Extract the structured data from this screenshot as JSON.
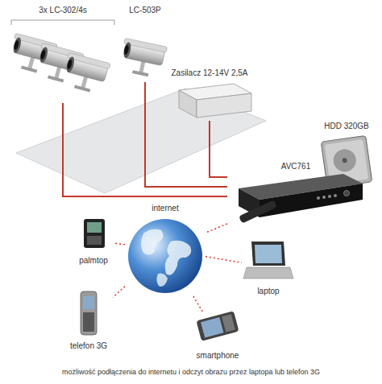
{
  "diagram": {
    "caption": "możliwość podłączenia do internetu i odczyt obrazu przez laptopa lub telefon 3G",
    "nodes": [
      {
        "text": [
          "3x LC-302/4s"
        ]
      },
      {
        "text": [
          "LC-503P"
        ]
      },
      {
        "text": [
          "Zasilacz 12-14V 2,5A"
        ]
      },
      {
        "text": [
          "HDD 320GB"
        ]
      },
      {
        "text": [
          "AVC761"
        ]
      },
      {
        "text": [
          "internet"
        ]
      },
      {
        "text": [
          "palmtop"
        ]
      },
      {
        "text": [
          "laptop"
        ]
      },
      {
        "text": [
          "telefon 3G"
        ]
      },
      {
        "text": [
          "smartphone"
        ]
      }
    ],
    "edges": [
      {
        "from": 0,
        "to": 4,
        "arrow": "none"
      },
      {
        "from": 1,
        "to": 4,
        "arrow": "none"
      },
      {
        "from": 2,
        "to": 4,
        "arrow": "none"
      },
      {
        "from": 4,
        "to": 5,
        "arrow": "none"
      },
      {
        "from": 5,
        "to": 6,
        "arrow": "none"
      },
      {
        "from": 5,
        "to": 7,
        "arrow": "none"
      },
      {
        "from": 5,
        "to": 8,
        "arrow": "none"
      },
      {
        "from": 5,
        "to": 9,
        "arrow": "none"
      }
    ]
  }
}
